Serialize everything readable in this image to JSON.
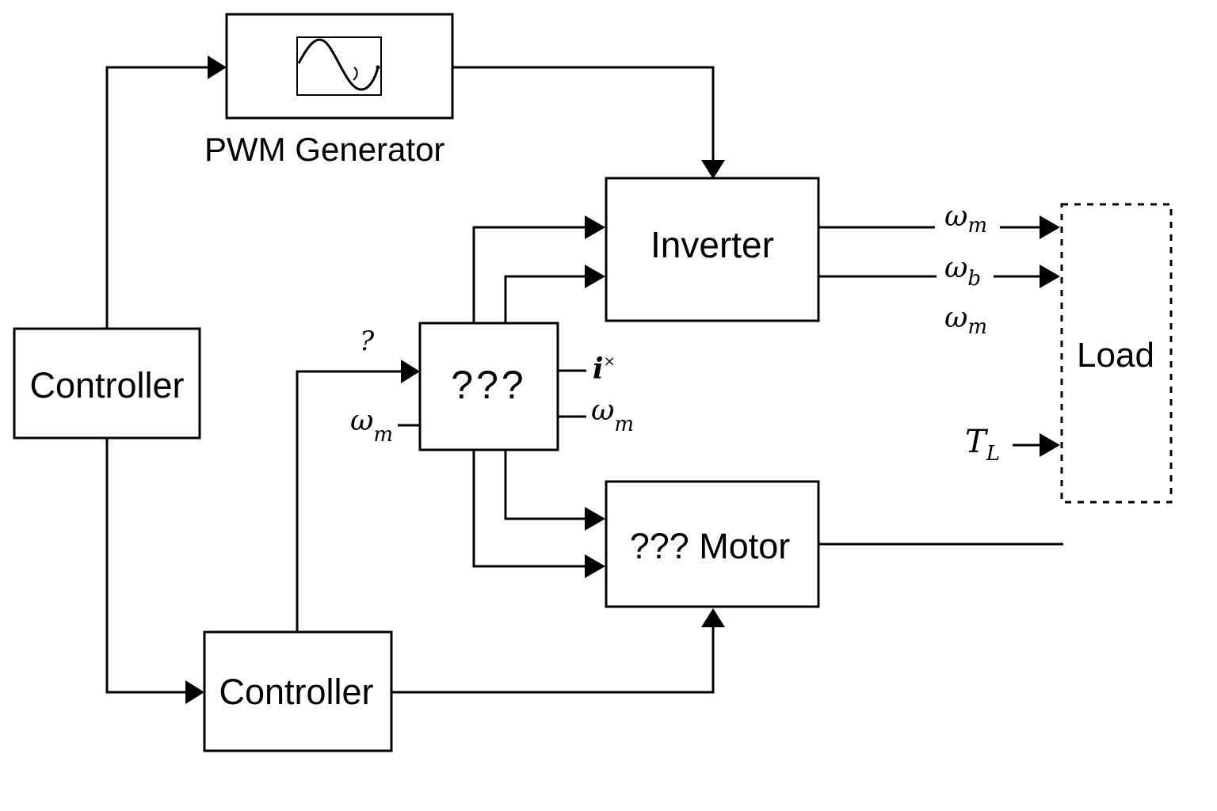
{
  "blocks": {
    "pwm_generator": {
      "label": "PWM Generator",
      "icon": "sine-wave-icon"
    },
    "inverter": {
      "label": "Inverter"
    },
    "controller_left": {
      "label": "Controller"
    },
    "controller_bottom": {
      "label": "Controller"
    },
    "unknown_block": {
      "label": "???"
    },
    "motor": {
      "label": "??? Motor"
    },
    "load": {
      "label": "Load",
      "style": "dashed"
    }
  },
  "signals": {
    "unknown_input": "?",
    "omega_m_in": {
      "base": "ω",
      "sub": "m"
    },
    "i_star": {
      "base": "i",
      "sup": "×"
    },
    "omega_m_out": {
      "base": "ω",
      "sub": "m"
    },
    "load_omega_m_1": {
      "base": "ω",
      "sub": "m"
    },
    "load_omega_b": {
      "base": "ω",
      "sub": "b"
    },
    "load_omega_m_2": {
      "base": "ω",
      "sub": "m"
    },
    "load_torque": {
      "base": "T",
      "sub": "L"
    }
  },
  "colors": {
    "stroke": "#000000",
    "background": "#ffffff"
  }
}
